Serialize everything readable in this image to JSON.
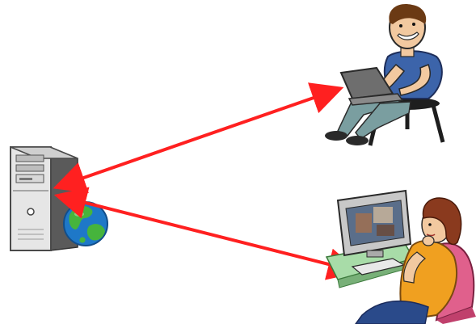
{
  "diagram": {
    "type": "client-server-network",
    "nodes": [
      {
        "id": "server",
        "icon": "server-globe-icon"
      },
      {
        "id": "client-laptop",
        "icon": "man-with-laptop-icon"
      },
      {
        "id": "client-desktop",
        "icon": "woman-at-computer-icon"
      }
    ],
    "connections": [
      {
        "from": "server",
        "to": "client-laptop",
        "style": "double-arrow"
      },
      {
        "from": "server",
        "to": "client-desktop",
        "style": "double-arrow"
      }
    ]
  },
  "colors": {
    "background": "#ffffff",
    "arrow": "#ff2020",
    "server_body": "#e6e6e6",
    "server_outline": "#4a4a4a",
    "globe_blue": "#1e78c8",
    "globe_green": "#46b43c",
    "shirt_blue": "#3c64aa",
    "pants_teal": "#7a9ea0",
    "laptop_gray": "#6e6e6e",
    "woman_shirt": "#f0a020",
    "woman_hair": "#8a3a1e",
    "chair_pink": "#e0608c",
    "desk_green": "#a8dca8",
    "monitor_gray": "#c8c8c8"
  }
}
